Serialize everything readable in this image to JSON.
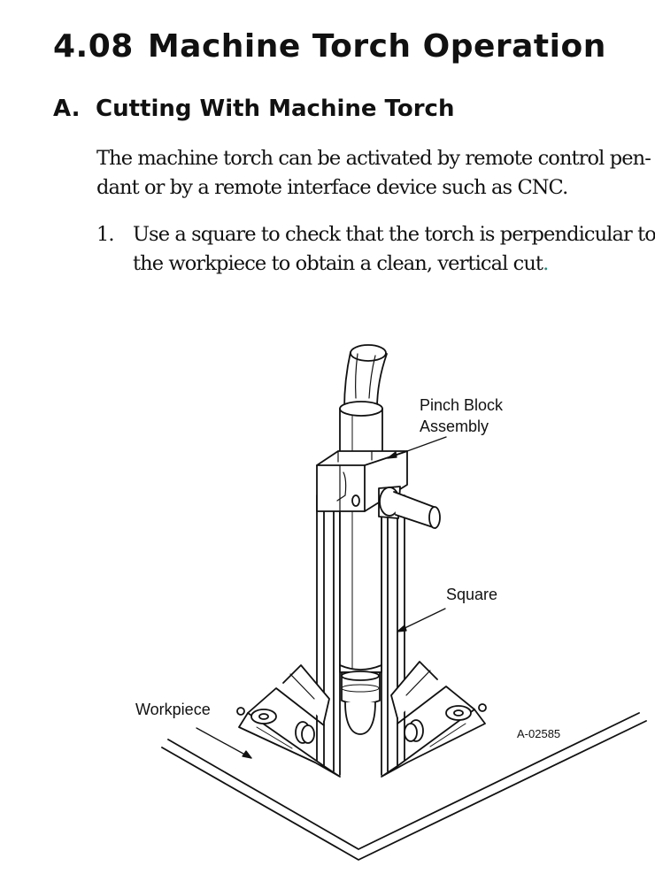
{
  "section": {
    "number": "4.08",
    "title": "Machine Torch Operation"
  },
  "subsection": {
    "letter": "A.",
    "title": "Cutting With Machine Torch"
  },
  "paragraph": {
    "lines": [
      "The machine torch can be activated by remote control pen-",
      "dant or by a remote interface device such as CNC."
    ]
  },
  "steps": [
    {
      "number": "1.",
      "lines": [
        "Use a square to check that the torch is perpendicular to",
        "the workpiece to obtain a clean, vertical cut"
      ],
      "terminal": "."
    }
  ],
  "figure": {
    "callouts": {
      "pinch_block_line1": "Pinch Block",
      "pinch_block_line2": "Assembly",
      "square": "Square",
      "workpiece": "Workpiece"
    },
    "reference": "A-02585"
  }
}
